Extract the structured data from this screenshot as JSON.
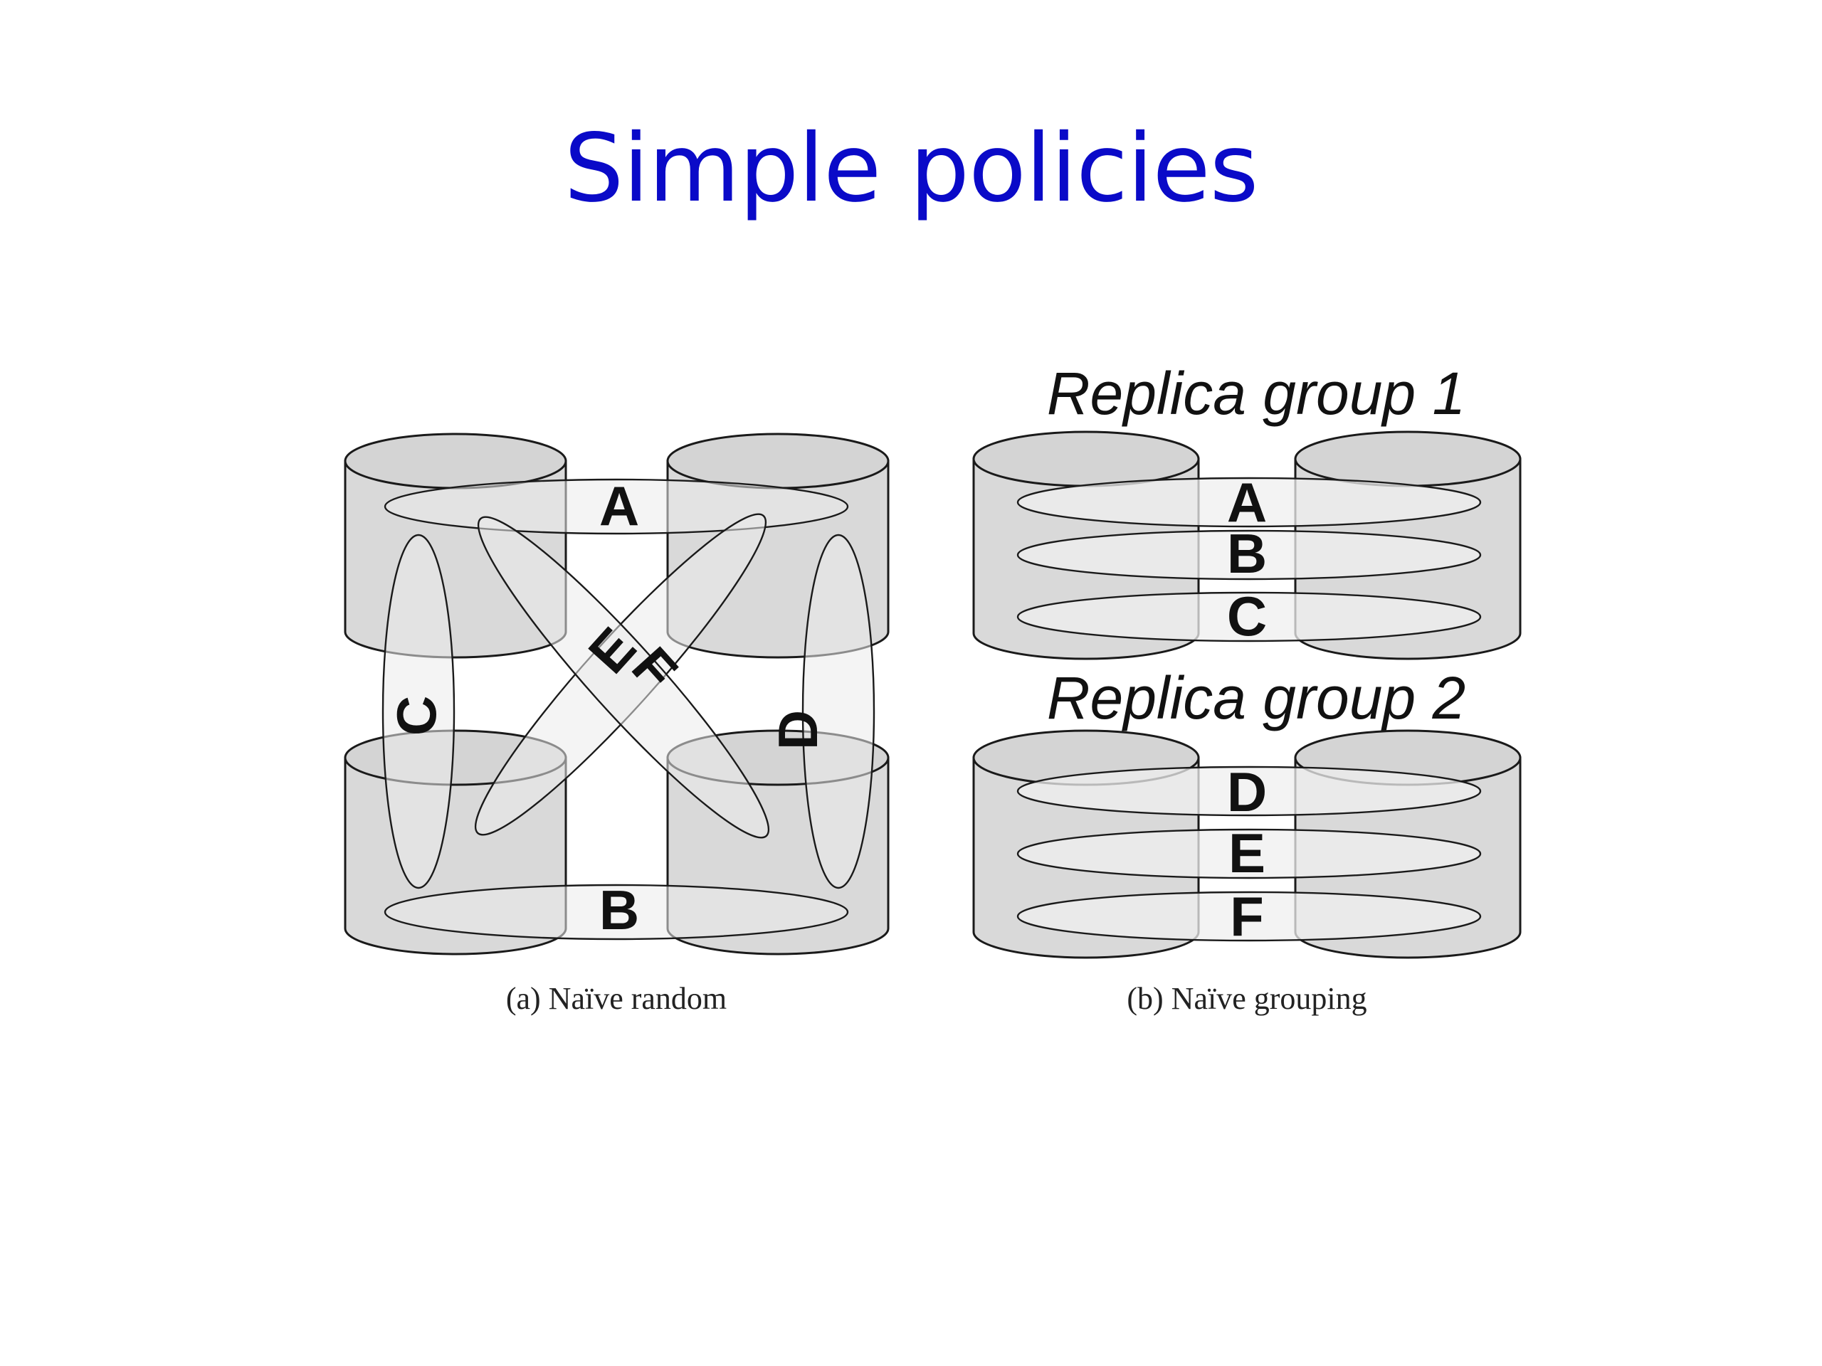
{
  "slide": {
    "title": "Simple policies"
  },
  "panel_a": {
    "caption": "(a)  Naïve random",
    "labels": {
      "a": "A",
      "b": "B",
      "c": "C",
      "d": "D",
      "e": "E",
      "f": "F"
    }
  },
  "panel_b": {
    "caption": "(b)  Naïve grouping",
    "group1_title": "Replica group 1",
    "group2_title": "Replica group 2",
    "group1_labels": [
      "A",
      "B",
      "C"
    ],
    "group2_labels": [
      "D",
      "E",
      "F"
    ]
  }
}
